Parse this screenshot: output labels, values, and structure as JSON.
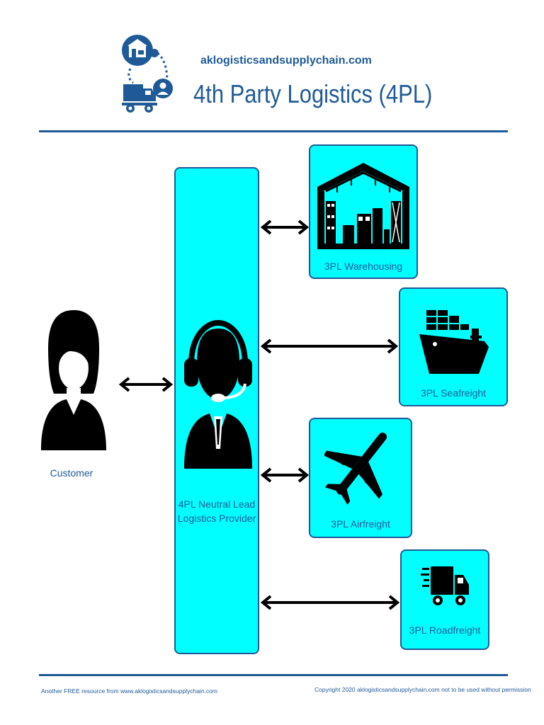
{
  "header": {
    "website": "aklogisticsandsupplychain.com",
    "title": "4th Party Logistics (4PL)"
  },
  "nodes": {
    "customer": "Customer",
    "provider_line1": "4PL Neutral Lead",
    "provider_line2": "Logistics Provider",
    "warehousing": "3PL Warehousing",
    "seafreight": "3PL Seafreight",
    "airfreight": "3PL Airfreight",
    "roadfreight": "3PL Roadfreight"
  },
  "footer": {
    "left": "Another FREE resource from www.aklogisticsandsupplychain.com",
    "right": "Copyright 2020 aklogisticsandsupplychain.com not to be used without permission"
  },
  "colors": {
    "brand_blue": "#1f5a96",
    "box_fill": "#00ffff",
    "icon_black": "#000000"
  },
  "icons": [
    "logo-icon",
    "warehouse-icon",
    "ship-icon",
    "airplane-icon",
    "delivery-truck-icon",
    "customer-avatar-icon",
    "headset-agent-icon"
  ]
}
